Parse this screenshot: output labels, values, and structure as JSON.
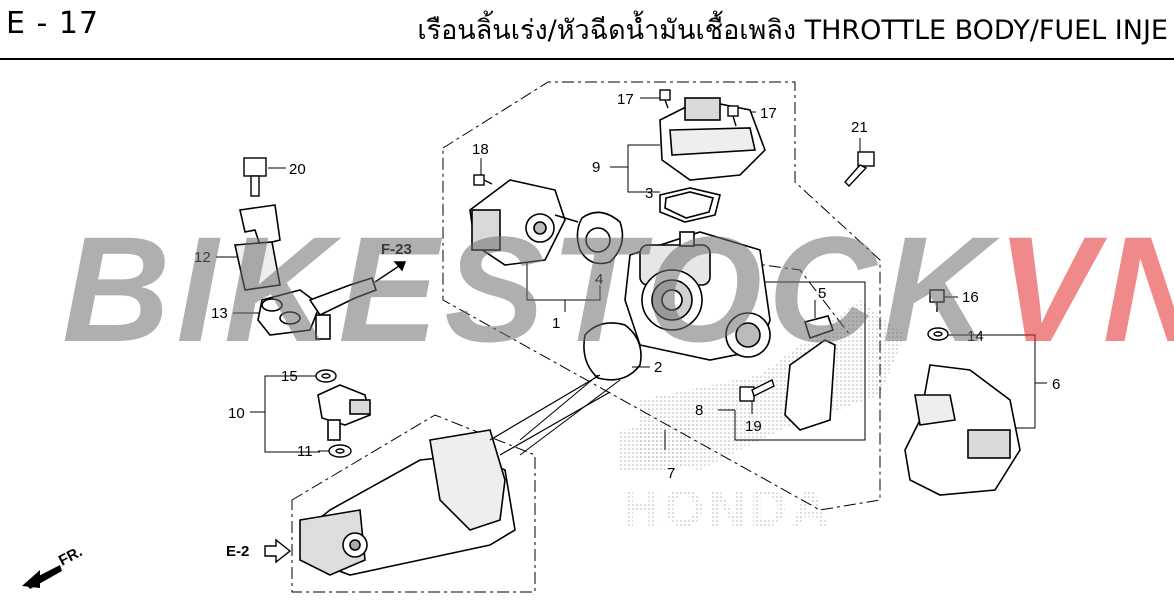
{
  "header": {
    "page_code": "E - 17",
    "title": "เรือนลิ้นเร่ง/หัวฉีดน้ำมันเชื้อเพลิง THROTTLE BODY/FUEL INJE"
  },
  "watermark": {
    "part1": "BIKESTOCK",
    "part2": "VN",
    "brand_bg": "HONDA"
  },
  "refs": {
    "f23": "F-23",
    "e2": "E-2",
    "fr": "FR."
  },
  "parts": {
    "p1": "1",
    "p2": "2",
    "p3": "3",
    "p4": "4",
    "p5": "5",
    "p6": "6",
    "p7": "7",
    "p8": "8",
    "p9": "9",
    "p10": "10",
    "p11": "11",
    "p12": "12",
    "p13": "13",
    "p14": "14",
    "p15": "15",
    "p16": "16",
    "p17a": "17",
    "p17b": "17",
    "p18": "18",
    "p19": "19",
    "p20": "20",
    "p21": "21"
  },
  "colors": {
    "line": "#000000",
    "watermark_gray": "#6e6e6e",
    "watermark_red": "#e42828",
    "part_fill": "#ffffff",
    "part_shade": "#d8d8d8"
  }
}
